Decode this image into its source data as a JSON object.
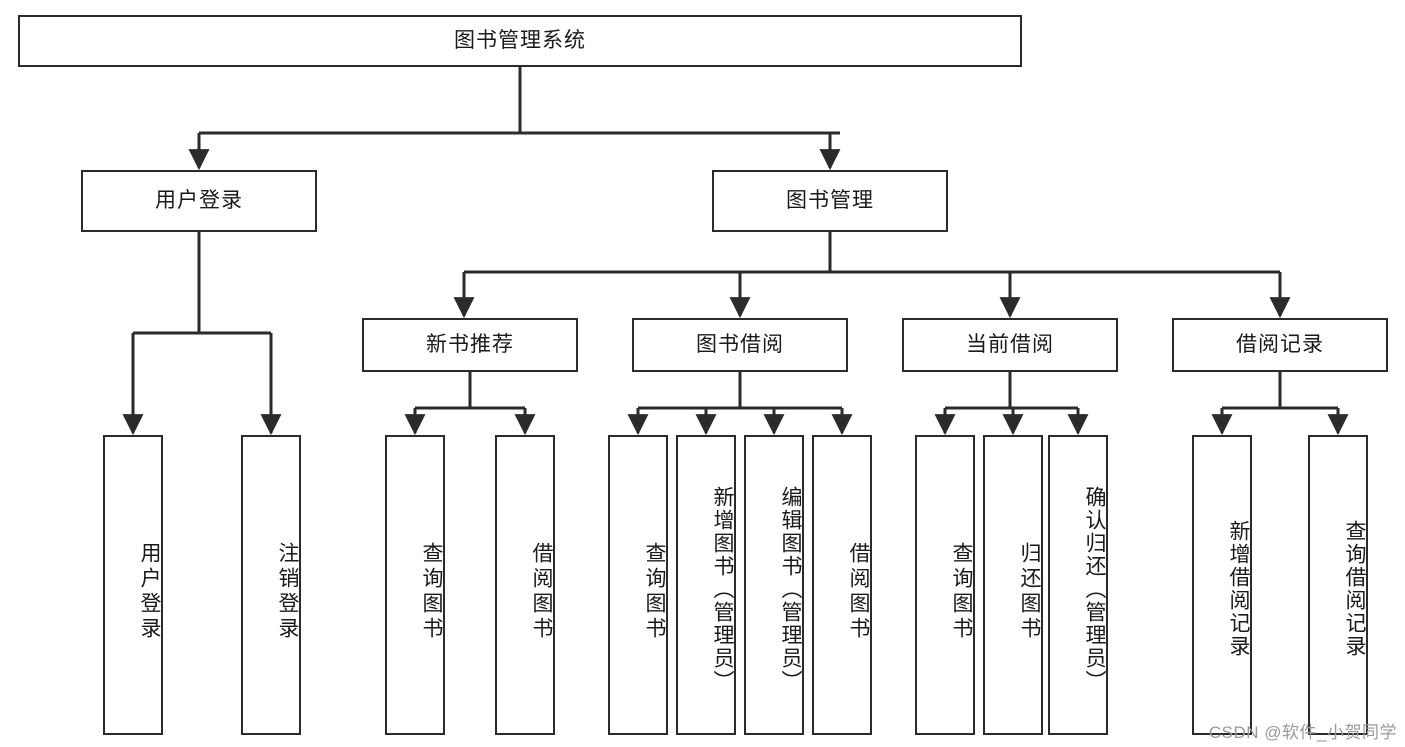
{
  "diagram": {
    "title": "图书管理系统",
    "type": "functional-structure-tree",
    "watermark": "CSDN @软件_小贺同学",
    "colors": {
      "stroke": "#2b2b2b",
      "fill": "#ffffff",
      "text": "#1a1a1a",
      "watermark": "#9a9a9a"
    }
  },
  "nodes": {
    "root": {
      "label": "图书管理系统"
    },
    "level1": [
      {
        "id": "user-login",
        "label": "用户登录"
      },
      {
        "id": "book-manage",
        "label": "图书管理"
      }
    ],
    "level2": [
      {
        "id": "new-book-rec",
        "label": "新书推荐"
      },
      {
        "id": "book-borrow",
        "label": "图书借阅"
      },
      {
        "id": "current-borrow",
        "label": "当前借阅"
      },
      {
        "id": "borrow-record",
        "label": "借阅记录"
      }
    ],
    "leaves": {
      "user-login": [
        {
          "id": "leaf-user-login",
          "label": "用户登录"
        },
        {
          "id": "leaf-logout",
          "label": "注销登录"
        }
      ],
      "new-book-rec": [
        {
          "id": "leaf-query-book-1",
          "label": "查询图书"
        },
        {
          "id": "leaf-borrow-book-1",
          "label": "借阅图书"
        }
      ],
      "book-borrow": [
        {
          "id": "leaf-query-book-2",
          "label": "查询图书"
        },
        {
          "id": "leaf-add-book",
          "label": "新增图书（管理员）"
        },
        {
          "id": "leaf-edit-book",
          "label": "编辑图书（管理员）"
        },
        {
          "id": "leaf-borrow-book-2",
          "label": "借阅图书"
        }
      ],
      "current-borrow": [
        {
          "id": "leaf-query-book-3",
          "label": "查询图书"
        },
        {
          "id": "leaf-return-book",
          "label": "归还图书"
        },
        {
          "id": "leaf-confirm-return",
          "label": "确认归还（管理员）"
        }
      ],
      "borrow-record": [
        {
          "id": "leaf-add-record",
          "label": "新增借阅记录"
        },
        {
          "id": "leaf-query-record",
          "label": "查询借阅记录"
        }
      ]
    }
  }
}
